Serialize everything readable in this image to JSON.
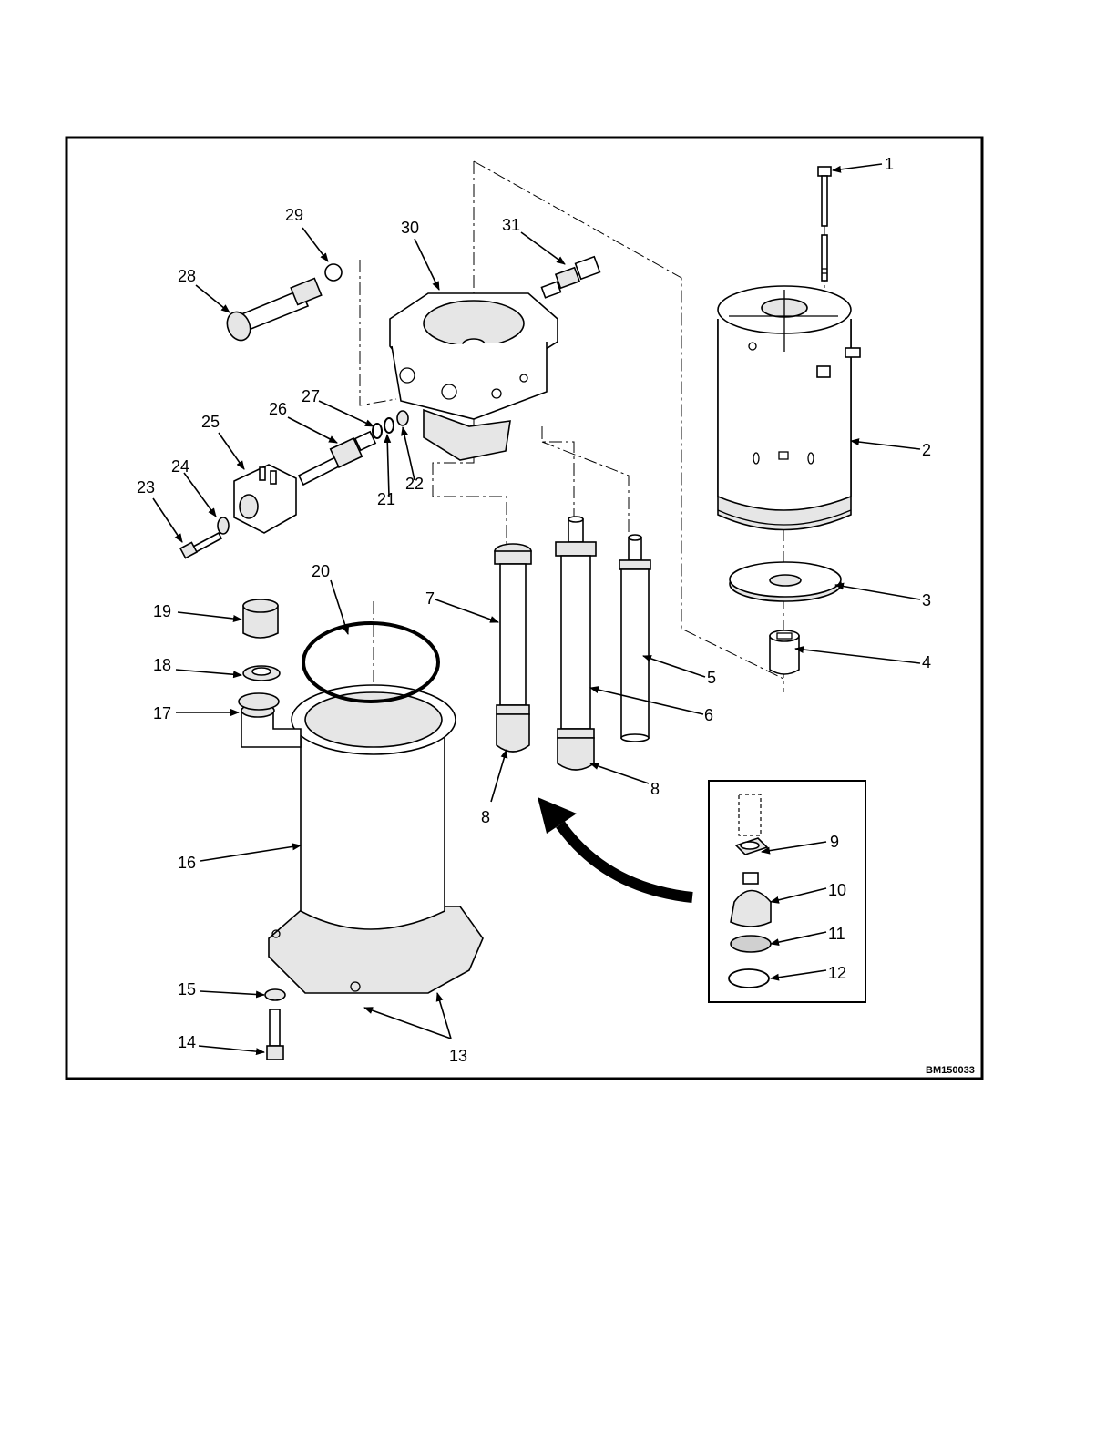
{
  "figure": {
    "figure_id": "BM150033",
    "callouts": [
      "1",
      "2",
      "3",
      "4",
      "5",
      "6",
      "7",
      "8",
      "8",
      "9",
      "10",
      "11",
      "12",
      "13",
      "14",
      "15",
      "16",
      "17",
      "18",
      "19",
      "20",
      "21",
      "22",
      "23",
      "24",
      "25",
      "26",
      "27",
      "28",
      "29",
      "30",
      "31"
    ],
    "detail_inset_items": [
      "9",
      "10",
      "11",
      "12"
    ]
  }
}
